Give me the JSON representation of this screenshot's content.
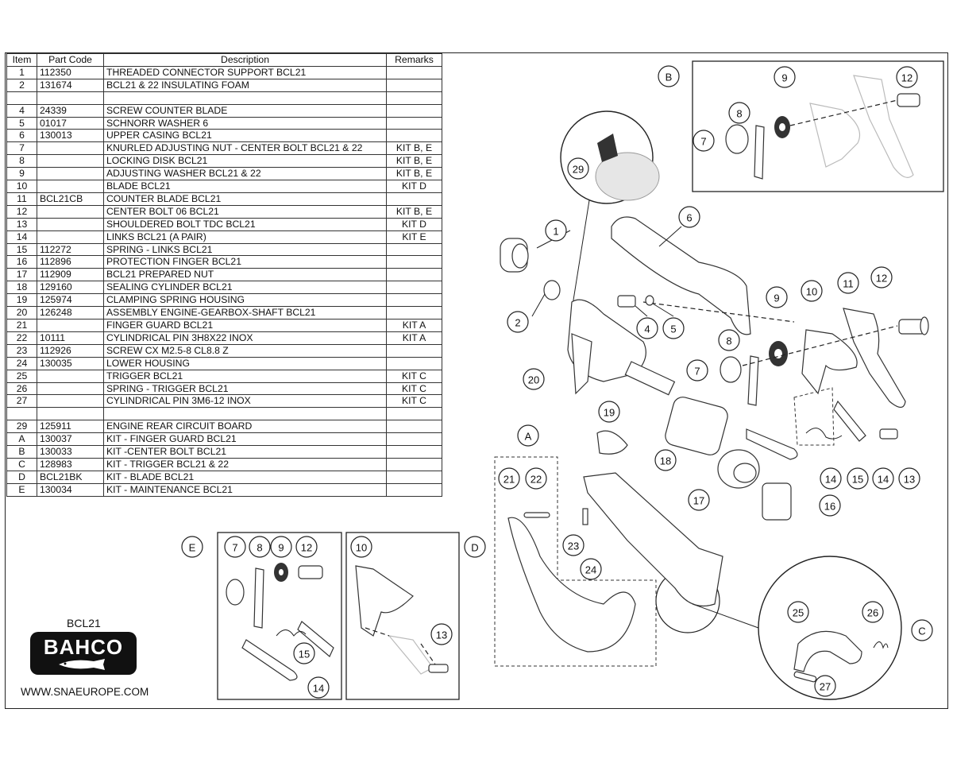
{
  "table": {
    "headers": {
      "item": "Item",
      "code": "Part Code",
      "desc": "Description",
      "remarks": "Remarks"
    },
    "rows": [
      {
        "item": "1",
        "code": "112350",
        "desc": "THREADED CONNECTOR SUPPORT BCL21",
        "remarks": ""
      },
      {
        "item": "2",
        "code": "131674",
        "desc": "BCL21 & 22 INSULATING FOAM",
        "remarks": ""
      },
      {
        "item": "",
        "code": "",
        "desc": "",
        "remarks": ""
      },
      {
        "item": "4",
        "code": "24339",
        "desc": "SCREW COUNTER BLADE",
        "remarks": ""
      },
      {
        "item": "5",
        "code": "01017",
        "desc": "SCHNORR WASHER 6",
        "remarks": ""
      },
      {
        "item": "6",
        "code": "130013",
        "desc": "UPPER CASING BCL21",
        "remarks": ""
      },
      {
        "item": "7",
        "code": "",
        "desc": "KNURLED ADJUSTING NUT - CENTER BOLT  BCL21 & 22",
        "remarks": "KIT B, E"
      },
      {
        "item": "8",
        "code": "",
        "desc": "LOCKING DISK BCL21",
        "remarks": "KIT B, E"
      },
      {
        "item": "9",
        "code": "",
        "desc": "ADJUSTING WASHER BCL21 & 22",
        "remarks": "KIT B, E"
      },
      {
        "item": "10",
        "code": "",
        "desc": "BLADE BCL21",
        "remarks": "KIT D"
      },
      {
        "item": "11",
        "code": "BCL21CB",
        "desc": "COUNTER BLADE BCL21",
        "remarks": ""
      },
      {
        "item": "12",
        "code": "",
        "desc": "CENTER BOLT 06 BCL21",
        "remarks": "KIT B, E"
      },
      {
        "item": "13",
        "code": "",
        "desc": "SHOULDERED BOLT TDC BCL21",
        "remarks": "KIT D"
      },
      {
        "item": "14",
        "code": "",
        "desc": "LINKS BCL21 (A PAIR)",
        "remarks": "KIT E"
      },
      {
        "item": "15",
        "code": "112272",
        "desc": "SPRING - LINKS BCL21",
        "remarks": ""
      },
      {
        "item": "16",
        "code": "112896",
        "desc": "PROTECTION FINGER BCL21",
        "remarks": ""
      },
      {
        "item": "17",
        "code": "112909",
        "desc": "BCL21 PREPARED NUT",
        "remarks": ""
      },
      {
        "item": "18",
        "code": "129160",
        "desc": "SEALING CYLINDER BCL21",
        "remarks": ""
      },
      {
        "item": "19",
        "code": "125974",
        "desc": "CLAMPING SPRING HOUSING",
        "remarks": ""
      },
      {
        "item": "20",
        "code": "126248",
        "desc": "ASSEMBLY ENGINE-GEARBOX-SHAFT BCL21",
        "remarks": ""
      },
      {
        "item": "21",
        "code": "",
        "desc": "FINGER GUARD BCL21",
        "remarks": "KIT A"
      },
      {
        "item": "22",
        "code": "10111",
        "desc": "CYLINDRICAL PIN 3H8X22 INOX",
        "remarks": "KIT A"
      },
      {
        "item": "23",
        "code": "112926",
        "desc": "SCREW CX M2.5-8 CL8.8 Z",
        "remarks": ""
      },
      {
        "item": "24",
        "code": "130035",
        "desc": "LOWER HOUSING",
        "remarks": ""
      },
      {
        "item": "25",
        "code": "",
        "desc": "TRIGGER BCL21",
        "remarks": "KIT C"
      },
      {
        "item": "26",
        "code": "",
        "desc": "SPRING - TRIGGER BCL21",
        "remarks": "KIT C"
      },
      {
        "item": "27",
        "code": "",
        "desc": "CYLINDRICAL PIN 3M6-12 INOX",
        "remarks": "KIT C"
      },
      {
        "item": "",
        "code": "",
        "desc": "",
        "remarks": ""
      },
      {
        "item": "29",
        "code": "125911",
        "desc": "ENGINE REAR CIRCUIT BOARD",
        "remarks": ""
      },
      {
        "item": "A",
        "code": "130037",
        "desc": "KIT - FINGER GUARD BCL21",
        "remarks": ""
      },
      {
        "item": "B",
        "code": "130033",
        "desc": "KIT -CENTER BOLT BCL21",
        "remarks": ""
      },
      {
        "item": "C",
        "code": "128983",
        "desc": "KIT - TRIGGER BCL21 & 22",
        "remarks": ""
      },
      {
        "item": "D",
        "code": "BCL21BK",
        "desc": "KIT - BLADE BCL21",
        "remarks": ""
      },
      {
        "item": "E",
        "code": "130034",
        "desc": "KIT - MAINTENANCE BCL21",
        "remarks": ""
      }
    ]
  },
  "brand": {
    "model": "BCL21",
    "logo": "BAHCO",
    "website": "WWW.SNAEUROPE.COM"
  },
  "callouts": {
    "main": [
      "1",
      "2",
      "4",
      "5",
      "6",
      "7",
      "8",
      "9",
      "10",
      "11",
      "12",
      "13",
      "14",
      "15",
      "14",
      "16",
      "17",
      "18",
      "19",
      "20",
      "21",
      "22",
      "23",
      "24",
      "29"
    ],
    "kit_b": [
      "B",
      "7",
      "8",
      "9",
      "12"
    ],
    "kit_e": [
      "E",
      "7",
      "8",
      "9",
      "12",
      "15",
      "14"
    ],
    "kit_d": [
      "D",
      "10",
      "13"
    ],
    "kit_c": [
      "C",
      "25",
      "26",
      "27"
    ],
    "kit_a": [
      "A"
    ]
  }
}
